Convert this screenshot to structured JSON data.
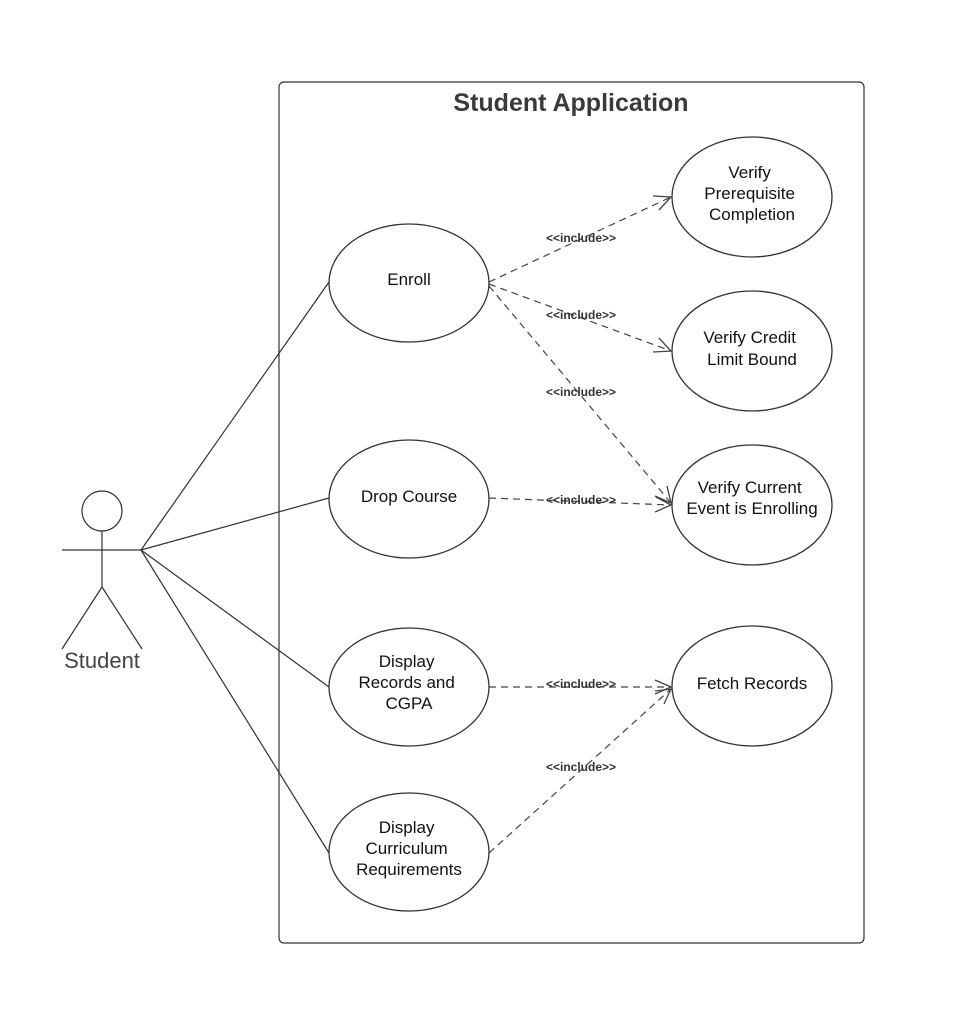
{
  "system": {
    "title": "Student Application"
  },
  "actor": {
    "name": "Student"
  },
  "use_cases": {
    "enroll": [
      "Enroll"
    ],
    "drop_course": [
      "Drop Course"
    ],
    "display_records": [
      "Display",
      "Records and",
      "CGPA"
    ],
    "display_curriculum": [
      "Display",
      "Curriculum",
      "Requirements"
    ],
    "verify_prereq": [
      "Verify",
      "Prerequisite",
      "Completion"
    ],
    "verify_credit": [
      "Verify Credit",
      "Limit Bound"
    ],
    "verify_event": [
      "Verify Current",
      "Event is Enrolling"
    ],
    "fetch_records": [
      "Fetch Records"
    ]
  },
  "relations": {
    "include_label": "<<include>>",
    "associations": [
      {
        "actor": "Student",
        "use_case": "Enroll"
      },
      {
        "actor": "Student",
        "use_case": "Drop Course"
      },
      {
        "actor": "Student",
        "use_case": "Display Records and CGPA"
      },
      {
        "actor": "Student",
        "use_case": "Display Curriculum Requirements"
      }
    ],
    "includes": [
      {
        "from": "Enroll",
        "to": "Verify Prerequisite Completion"
      },
      {
        "from": "Enroll",
        "to": "Verify Credit Limit Bound"
      },
      {
        "from": "Enroll",
        "to": "Verify Current Event is Enrolling"
      },
      {
        "from": "Drop Course",
        "to": "Verify Current Event is Enrolling"
      },
      {
        "from": "Display Records and CGPA",
        "to": "Fetch Records"
      },
      {
        "from": "Display Curriculum Requirements",
        "to": "Fetch Records"
      }
    ]
  }
}
